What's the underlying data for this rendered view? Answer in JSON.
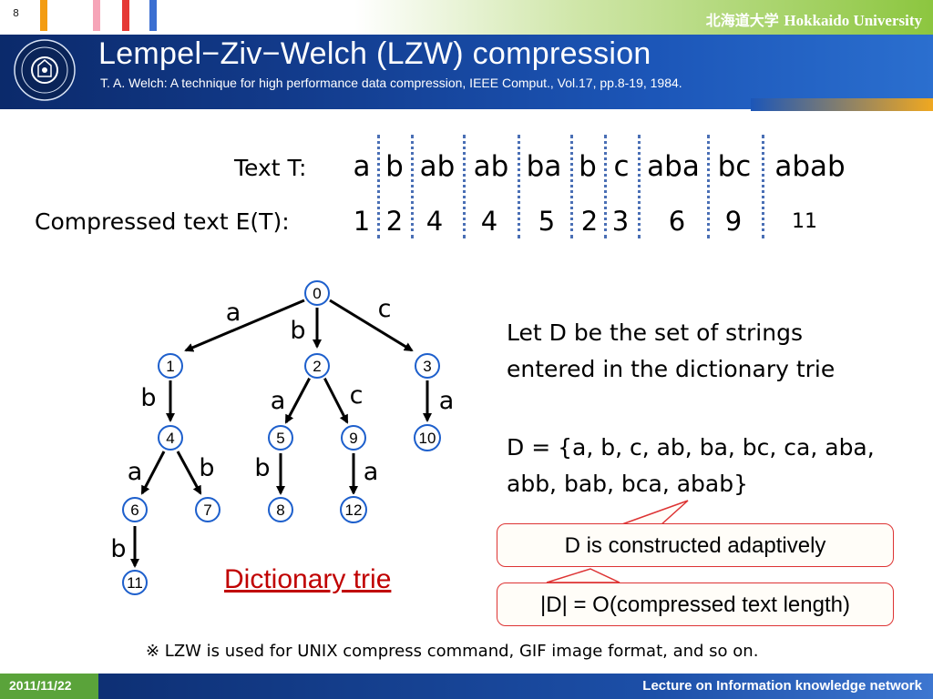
{
  "header": {
    "slide_number": "8",
    "university": "北海道大学",
    "university_en": "Hokkaido University",
    "title": "Lempel−Ziv−Welch (LZW) compression",
    "subtitle": "T. A. Welch: A technique for high performance data compression, IEEE Comput., Vol.17, pp.8-19, 1984."
  },
  "text_row": {
    "label": "Text T:",
    "tokens": [
      "a",
      "b",
      "ab",
      "ab",
      "ba",
      "b",
      "c",
      "aba",
      "bc",
      "abab"
    ]
  },
  "compressed_row": {
    "label": "Compressed text E(T):",
    "codes": [
      "1",
      "2",
      "4",
      "4",
      "5",
      "2",
      "3",
      "6",
      "9",
      "11"
    ]
  },
  "trie": {
    "nodes": [
      "0",
      "1",
      "2",
      "3",
      "4",
      "5",
      "9",
      "10",
      "6",
      "7",
      "8",
      "12",
      "11"
    ],
    "edge_labels": [
      "a",
      "b",
      "c",
      "b",
      "a",
      "c",
      "a",
      "a",
      "b",
      "b",
      "a",
      "b"
    ],
    "caption": "Dictionary trie"
  },
  "explanation": {
    "line1": "Let D be the set of strings",
    "line2": "entered in the dictionary trie",
    "line3": "D = {a, b, c, ab, ba, bc, ca, aba,",
    "line4": "abb, bab, bca, abab}"
  },
  "callouts": {
    "first": "D is constructed adaptively",
    "second": "|D| = O(compressed text length)"
  },
  "footnote": "※ LZW is used for UNIX compress command, GIF image format, and so on.",
  "footer": {
    "date": "2011/11/22",
    "lecture": "Lecture on Information knowledge network"
  },
  "colors": {
    "node_fill": "#1d5fcc",
    "caption_red": "#c00000",
    "callout_border": "#dd3333",
    "title_bar": "#123a8a",
    "accent_green": "#8cc63f"
  }
}
